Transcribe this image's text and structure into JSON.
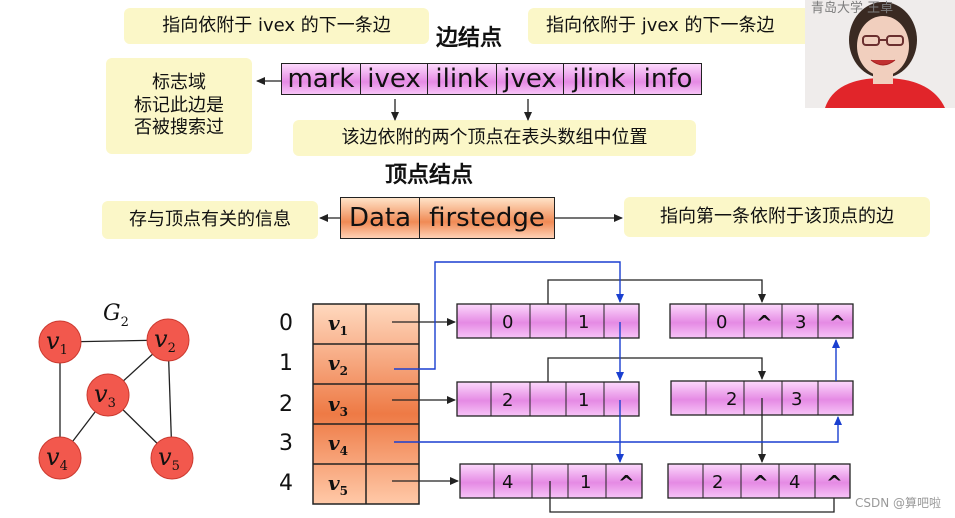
{
  "edge_section": {
    "title": "边结点",
    "note_ivex_next": "指向依附于 ivex 的下一条边",
    "note_jvex_next": "指向依附于 jvex 的下一条边",
    "note_mark": "标志域\n标记此边是\n否被搜索过",
    "note_vertices": "该边依附的两个顶点在表头数组中位置",
    "fields": [
      "mark",
      "ivex",
      "ilink",
      "jvex",
      "jlink",
      "info"
    ]
  },
  "vertex_section": {
    "title": "顶点结点",
    "note_data": "存与顶点有关的信息",
    "note_firstedge": "指向第一条依附于该顶点的边",
    "fields": [
      "Data",
      "firstedge"
    ]
  },
  "graph": {
    "label": "G",
    "label_sub": "2",
    "nodes": [
      {
        "name": "v",
        "sub": "1"
      },
      {
        "name": "v",
        "sub": "2"
      },
      {
        "name": "v",
        "sub": "3"
      },
      {
        "name": "v",
        "sub": "4"
      },
      {
        "name": "v",
        "sub": "5"
      }
    ]
  },
  "vertex_table": {
    "indices": [
      "0",
      "1",
      "2",
      "3",
      "4"
    ],
    "names": [
      {
        "name": "v",
        "sub": "1"
      },
      {
        "name": "v",
        "sub": "2"
      },
      {
        "name": "v",
        "sub": "3"
      },
      {
        "name": "v",
        "sub": "4"
      },
      {
        "name": "v",
        "sub": "5"
      }
    ]
  },
  "edge_nodes": [
    {
      "ivex": "0",
      "jvex": "1",
      "ilink": "",
      "jlink": ""
    },
    {
      "ivex": "0",
      "jvex": "3",
      "ilink": "^",
      "jlink": "^"
    },
    {
      "ivex": "2",
      "jvex": "1",
      "ilink": "",
      "jlink": ""
    },
    {
      "ivex": "2",
      "jvex": "3",
      "ilink": "",
      "jlink": ""
    },
    {
      "ivex": "4",
      "jvex": "1",
      "ilink": "",
      "jlink": "^"
    },
    {
      "ivex": "2",
      "jvex": "4",
      "ilink": "^",
      "jlink": "^"
    }
  ],
  "overlay": {
    "top_strip": "青岛大学 王卓",
    "watermark": "CSDN @算吧啦"
  },
  "colors": {
    "edge_node_fill": "#e58ae4",
    "vertex_node_fill": "#f08a55",
    "note_bg": "#fbf7c8",
    "link_blue": "#1a3fd0",
    "graph_node": "#f2584d"
  }
}
